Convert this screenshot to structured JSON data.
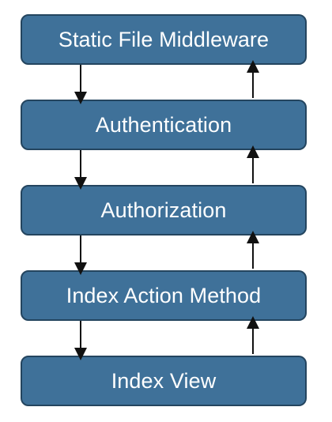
{
  "stages": [
    {
      "label": "Static File Middleware"
    },
    {
      "label": "Authentication"
    },
    {
      "label": "Authorization"
    },
    {
      "label": "Index Action Method"
    },
    {
      "label": "Index View"
    }
  ],
  "colors": {
    "box_fill": "#3f7199",
    "box_border": "#24455f",
    "text": "#ffffff",
    "arrow": "#111111",
    "background": "#ffffff"
  },
  "connections": {
    "left_direction": "down",
    "right_direction": "up"
  }
}
